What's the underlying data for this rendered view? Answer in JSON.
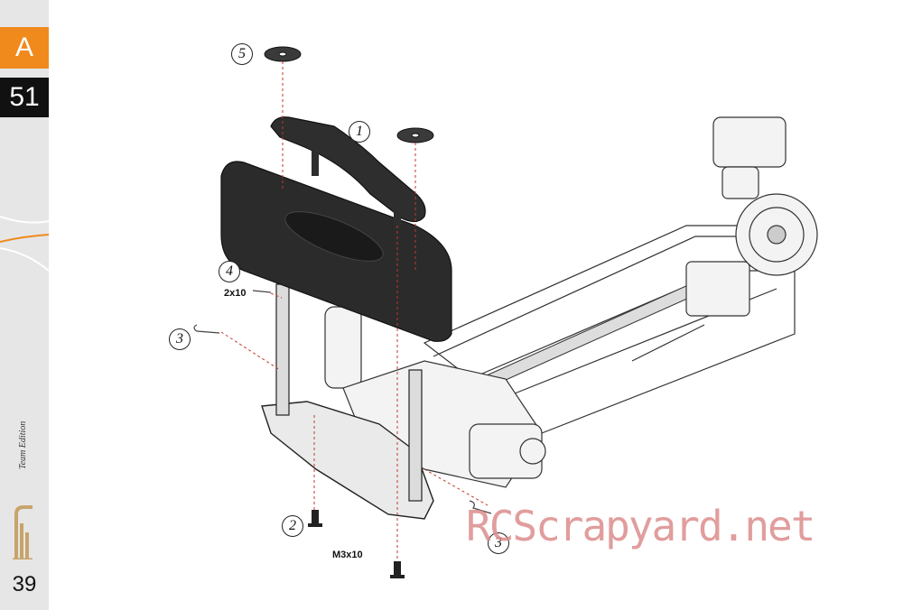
{
  "sidebar": {
    "section_letter": "A",
    "step_number": "51",
    "page_number": "39",
    "brand_subtitle": "Team Edition",
    "brand_mark": "TE",
    "colors": {
      "section_tab": "#f08a1c",
      "step_tab": "#111111",
      "accent_line": "#f08a1c"
    }
  },
  "callouts": [
    "5",
    "1",
    "4",
    "3",
    "2",
    "3"
  ],
  "labels": {
    "pin": "2x10",
    "screw": "M3x10"
  },
  "watermark": "RCScrapyard.net"
}
